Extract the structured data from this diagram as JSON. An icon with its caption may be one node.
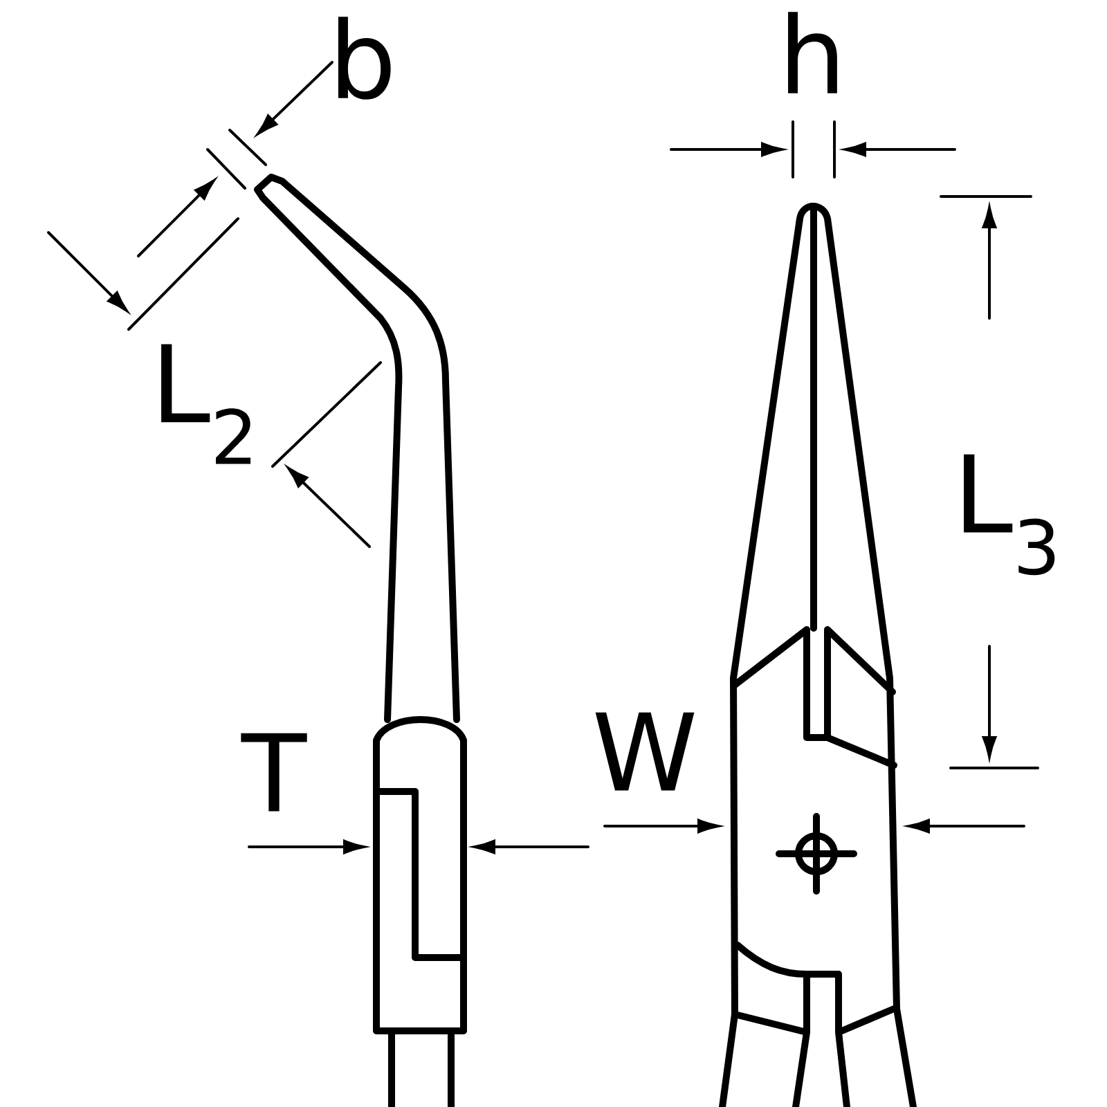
{
  "diagram": {
    "labels": [
      "b",
      "h",
      "L$_{2}$",
      "L$_{3}$",
      "T",
      "W"
    ]
  }
}
